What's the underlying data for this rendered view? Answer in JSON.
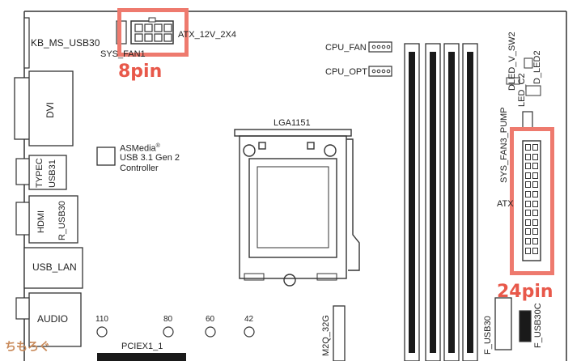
{
  "labels": {
    "kb_ms_usb30": "KB_MS_USB30",
    "atx_12v": "ATX_12V_2X4",
    "sys_fan1": "SYS_FAN1",
    "cpu_fan": "CPU_FAN",
    "cpu_opt": "CPU_OPT",
    "dvi": "DVI",
    "asmedia_line1": "ASMedia",
    "asmedia_reg": "®",
    "asmedia_line2": "USB 3.1 Gen 2",
    "asmedia_line3": "Controller",
    "lga": "LGA1151",
    "typec": "TYPEC",
    "usb31": "USB31",
    "hdmi": "HDMI",
    "r_usb30": "R_USB30",
    "usb_lan": "USB_LAN",
    "audio": "AUDIO",
    "m2_110": "110",
    "m2_80": "80",
    "m2_60": "60",
    "m2_42": "42",
    "m2q": "M2Q_32G",
    "pciex1": "PCIEX1_1",
    "dled_v_sw2": "DLED_V_SW2",
    "led_c2": "LED_C2",
    "d_led2": "D_LED2",
    "sys_fan3_pump": "SYS_FAN3_PUMP",
    "atx": "ATX",
    "f_usb30": "F_USB30",
    "f_usb30c": "F_USB30C"
  },
  "annotations": {
    "pin8": "8pin",
    "pin24": "24pin",
    "watermark": "ちもろぐ"
  },
  "colors": {
    "highlight": "#ee7a6e",
    "annotation_text": "#e8584a",
    "outline": "#333333",
    "dimm_slot": "#1a1a1a"
  }
}
